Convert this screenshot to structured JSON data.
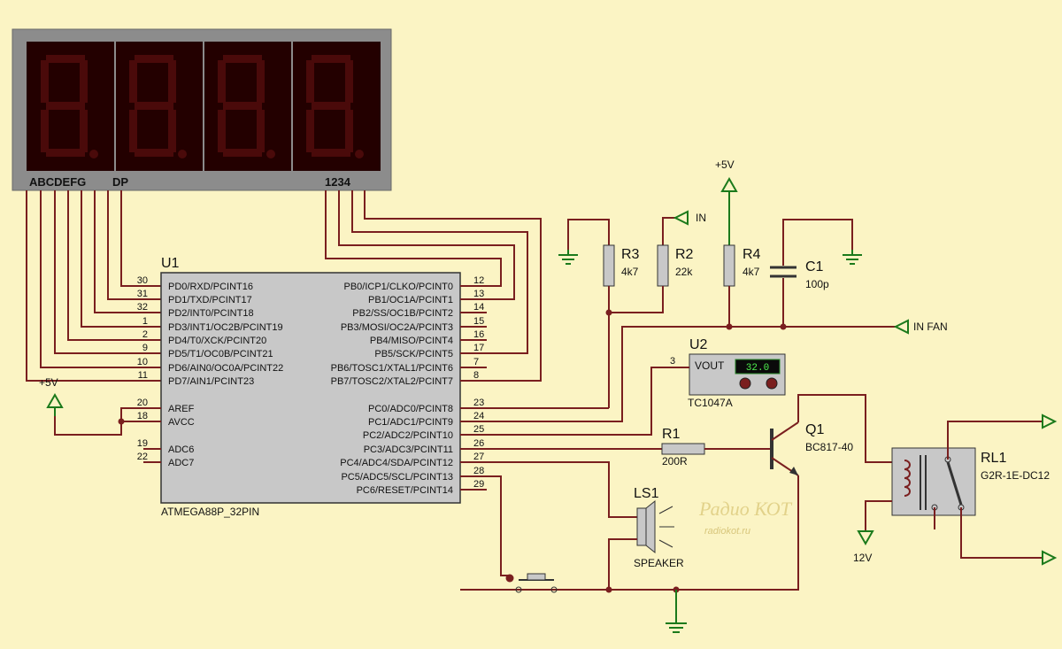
{
  "display": {
    "segment_labels": "ABCDEFG",
    "dp_label": "DP",
    "digit_labels": "1234"
  },
  "u1": {
    "ref": "U1",
    "part": "ATMEGA88P_32PIN",
    "left_pins": [
      {
        "num": "30",
        "name": "PD0/RXD/PCINT16"
      },
      {
        "num": "31",
        "name": "PD1/TXD/PCINT17"
      },
      {
        "num": "32",
        "name": "PD2/INT0/PCINT18"
      },
      {
        "num": "1",
        "name": "PD3/INT1/OC2B/PCINT19"
      },
      {
        "num": "2",
        "name": "PD4/T0/XCK/PCINT20"
      },
      {
        "num": "9",
        "name": "PD5/T1/OC0B/PCINT21"
      },
      {
        "num": "10",
        "name": "PD6/AIN0/OC0A/PCINT22"
      },
      {
        "num": "11",
        "name": "PD7/AIN1/PCINT23"
      },
      {
        "num": "20",
        "name": "AREF"
      },
      {
        "num": "18",
        "name": "AVCC"
      },
      {
        "num": "19",
        "name": "ADC6"
      },
      {
        "num": "22",
        "name": "ADC7"
      }
    ],
    "right_pins": [
      {
        "num": "12",
        "name": "PB0/ICP1/CLKO/PCINT0"
      },
      {
        "num": "13",
        "name": "PB1/OC1A/PCINT1"
      },
      {
        "num": "14",
        "name": "PB2/SS/OC1B/PCINT2"
      },
      {
        "num": "15",
        "name": "PB3/MOSI/OC2A/PCINT3"
      },
      {
        "num": "16",
        "name": "PB4/MISO/PCINT4"
      },
      {
        "num": "17",
        "name": "PB5/SCK/PCINT5"
      },
      {
        "num": "7",
        "name": "PB6/TOSC1/XTAL1/PCINT6"
      },
      {
        "num": "8",
        "name": "PB7/TOSC2/XTAL2/PCINT7"
      },
      {
        "num": "23",
        "name": "PC0/ADC0/PCINT8"
      },
      {
        "num": "24",
        "name": "PC1/ADC1/PCINT9"
      },
      {
        "num": "25",
        "name": "PC2/ADC2/PCINT10"
      },
      {
        "num": "26",
        "name": "PC3/ADC3/PCINT11"
      },
      {
        "num": "27",
        "name": "PC4/ADC4/SDA/PCINT12"
      },
      {
        "num": "28",
        "name": "PC5/ADC5/SCL/PCINT13"
      },
      {
        "num": "29",
        "name": "PC6/RESET/PCINT14"
      }
    ]
  },
  "power_5v_left": "+5V",
  "power_5v_top": "+5V",
  "r3": {
    "ref": "R3",
    "value": "4k7"
  },
  "r2": {
    "ref": "R2",
    "value": "22k"
  },
  "r4": {
    "ref": "R4",
    "value": "4k7"
  },
  "c1": {
    "ref": "C1",
    "value": "100p"
  },
  "in_label": "IN",
  "in_fan_label": "IN FAN",
  "u2": {
    "ref": "U2",
    "pin_num": "3",
    "pin_name": "VOUT",
    "part": "TC1047A",
    "readout": "32.0"
  },
  "r1": {
    "ref": "R1",
    "value": "200R"
  },
  "q1": {
    "ref": "Q1",
    "part": "BC817-40"
  },
  "rl1": {
    "ref": "RL1",
    "part": "G2R-1E-DC12"
  },
  "supply_12v": "12V",
  "ls1": {
    "ref": "LS1",
    "part": "SPEAKER"
  },
  "watermark": {
    "line1": "Радио КОТ",
    "line2": "radiokot.ru"
  }
}
